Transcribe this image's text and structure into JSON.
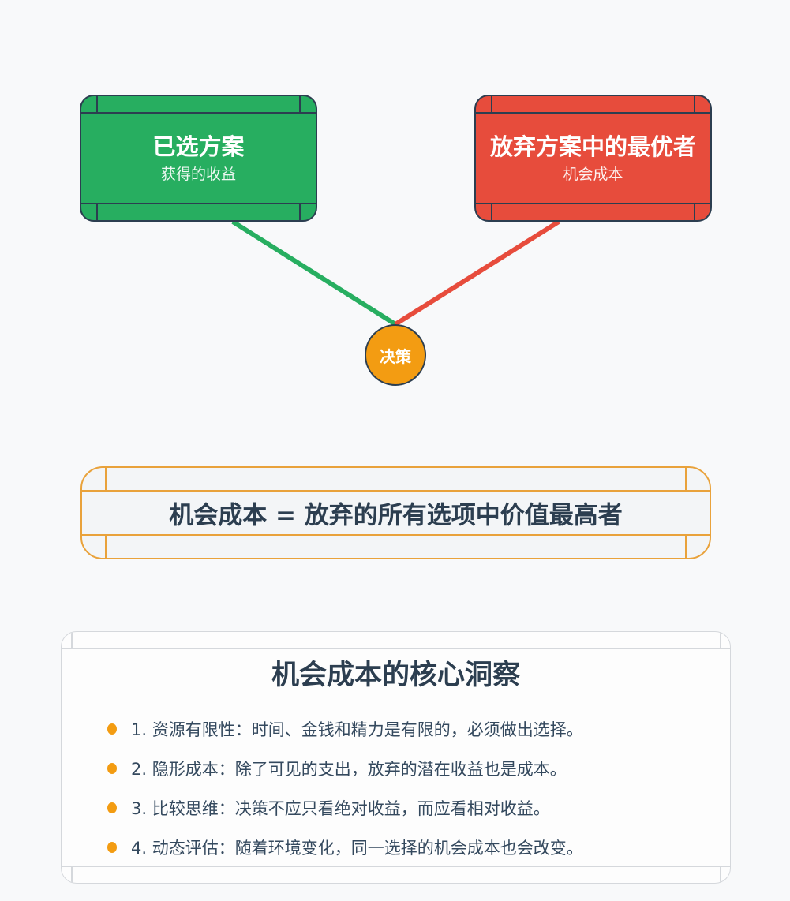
{
  "diagram": {
    "chosen_option": {
      "title": "已选方案",
      "subtitle": "获得的收益",
      "color": "#27ae60"
    },
    "forgone_option": {
      "title": "放弃方案中的最优者",
      "subtitle": "机会成本",
      "color": "#e74c3c"
    },
    "decision_node": {
      "label": "决策",
      "color": "#f39c12"
    },
    "connector_colors": {
      "chosen": "#27ae60",
      "forgone": "#e74c3c"
    }
  },
  "formula": {
    "text": "机会成本 = 放弃的所有选项中价值最高者",
    "border_color": "#e9a23b"
  },
  "insights": {
    "title": "机会成本的核心洞察",
    "items": [
      "1. 资源有限性：时间、金钱和精力是有限的，必须做出选择。",
      "2. 隐形成本：除了可见的支出，放弃的潜在收益也是成本。",
      "3. 比较思维：决策不应只看绝对收益，而应看相对收益。",
      "4. 动态评估：随着环境变化，同一选择的机会成本也会改变。"
    ],
    "bullet_color": "#f39c12"
  }
}
